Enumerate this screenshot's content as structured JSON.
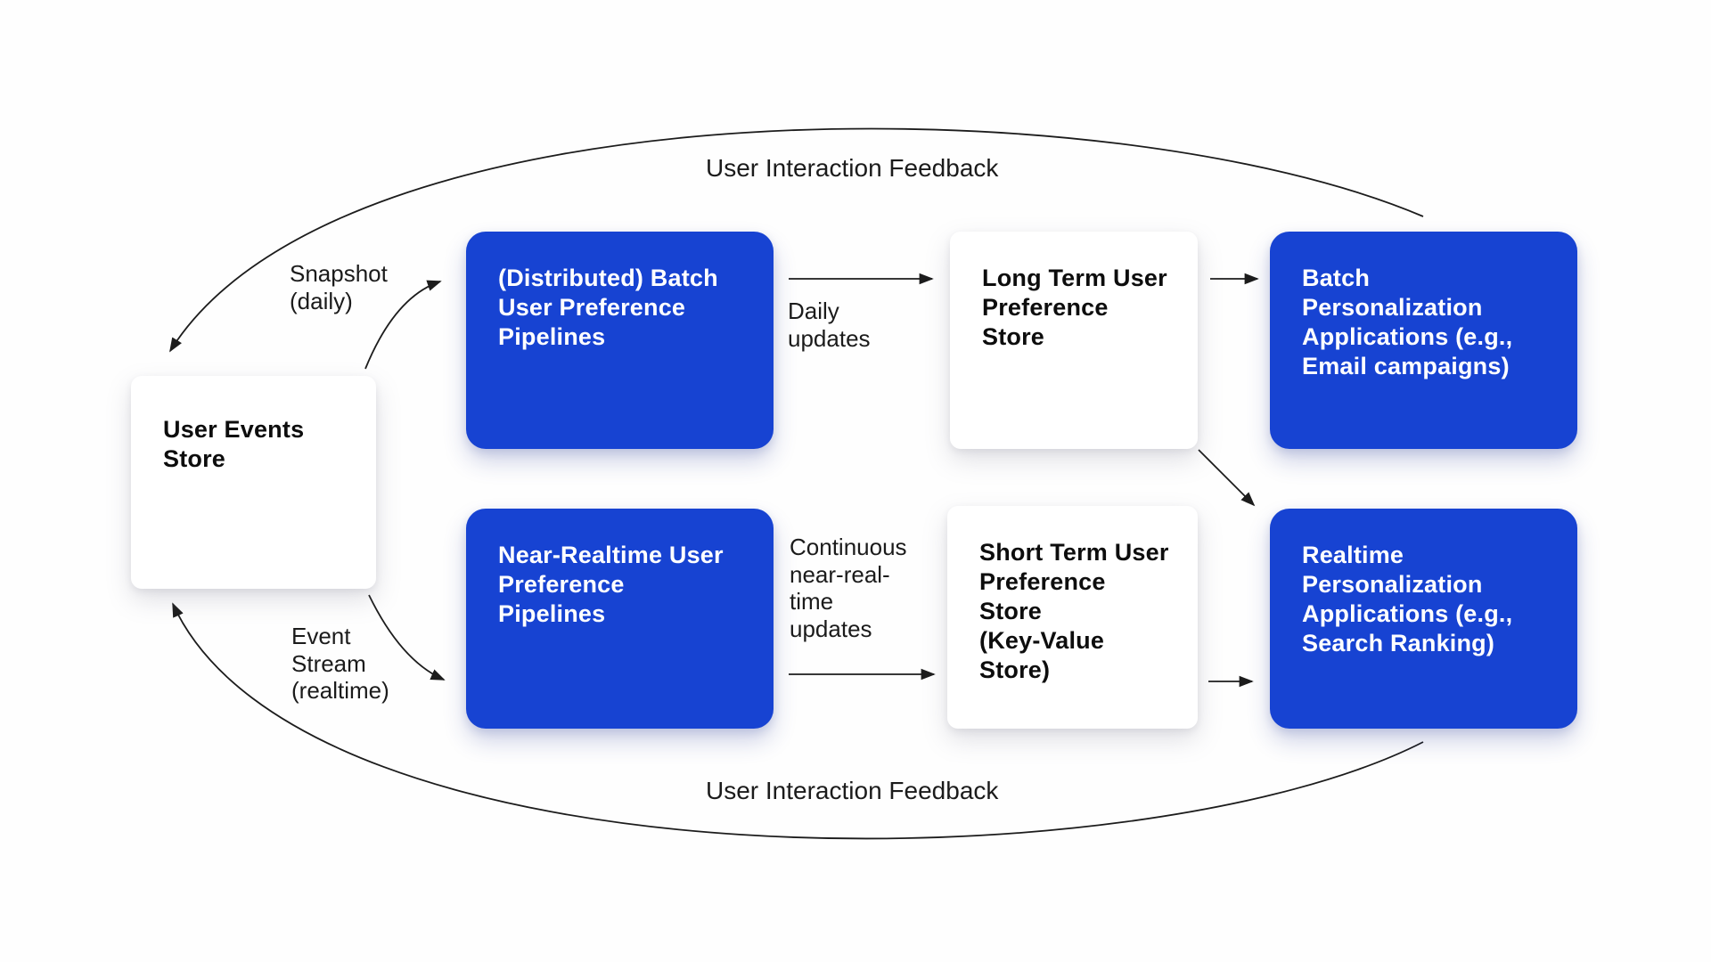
{
  "diagram": {
    "background_color": "#fefefe",
    "accent_blue": "#1743d2",
    "node_text_on_blue": "#ffffff",
    "node_text_on_white": "#0d0d0d",
    "line_color": "#1c1c1c",
    "nodes": [
      {
        "id": "user-events-store",
        "variant": "white",
        "label": "User Events\nStore"
      },
      {
        "id": "batch-pipelines",
        "variant": "blue",
        "label": "(Distributed) Batch\nUser Preference\nPipelines"
      },
      {
        "id": "near-realtime-pipelines",
        "variant": "blue",
        "label": "Near-Realtime User\nPreference\nPipelines"
      },
      {
        "id": "long-term-store",
        "variant": "white",
        "label": "Long Term User\nPreference\nStore"
      },
      {
        "id": "short-term-store",
        "variant": "white",
        "label": "Short Term User\nPreference\nStore\n(Key-Value\nStore)"
      },
      {
        "id": "batch-apps",
        "variant": "blue",
        "label": "Batch\nPersonalization\nApplications (e.g.,\nEmail campaigns)"
      },
      {
        "id": "realtime-apps",
        "variant": "blue",
        "label": "Realtime\nPersonalization\nApplications (e.g.,\nSearch Ranking)"
      }
    ],
    "edge_labels": {
      "snapshot": "Snapshot\n(daily)",
      "event_stream": "Event\nStream\n(realtime)",
      "daily_updates": "Daily\nupdates",
      "continuous_updates": "Continuous\nnear-real-\ntime\nupdates",
      "feedback_top": "User Interaction Feedback",
      "feedback_bottom": "User Interaction Feedback"
    }
  }
}
